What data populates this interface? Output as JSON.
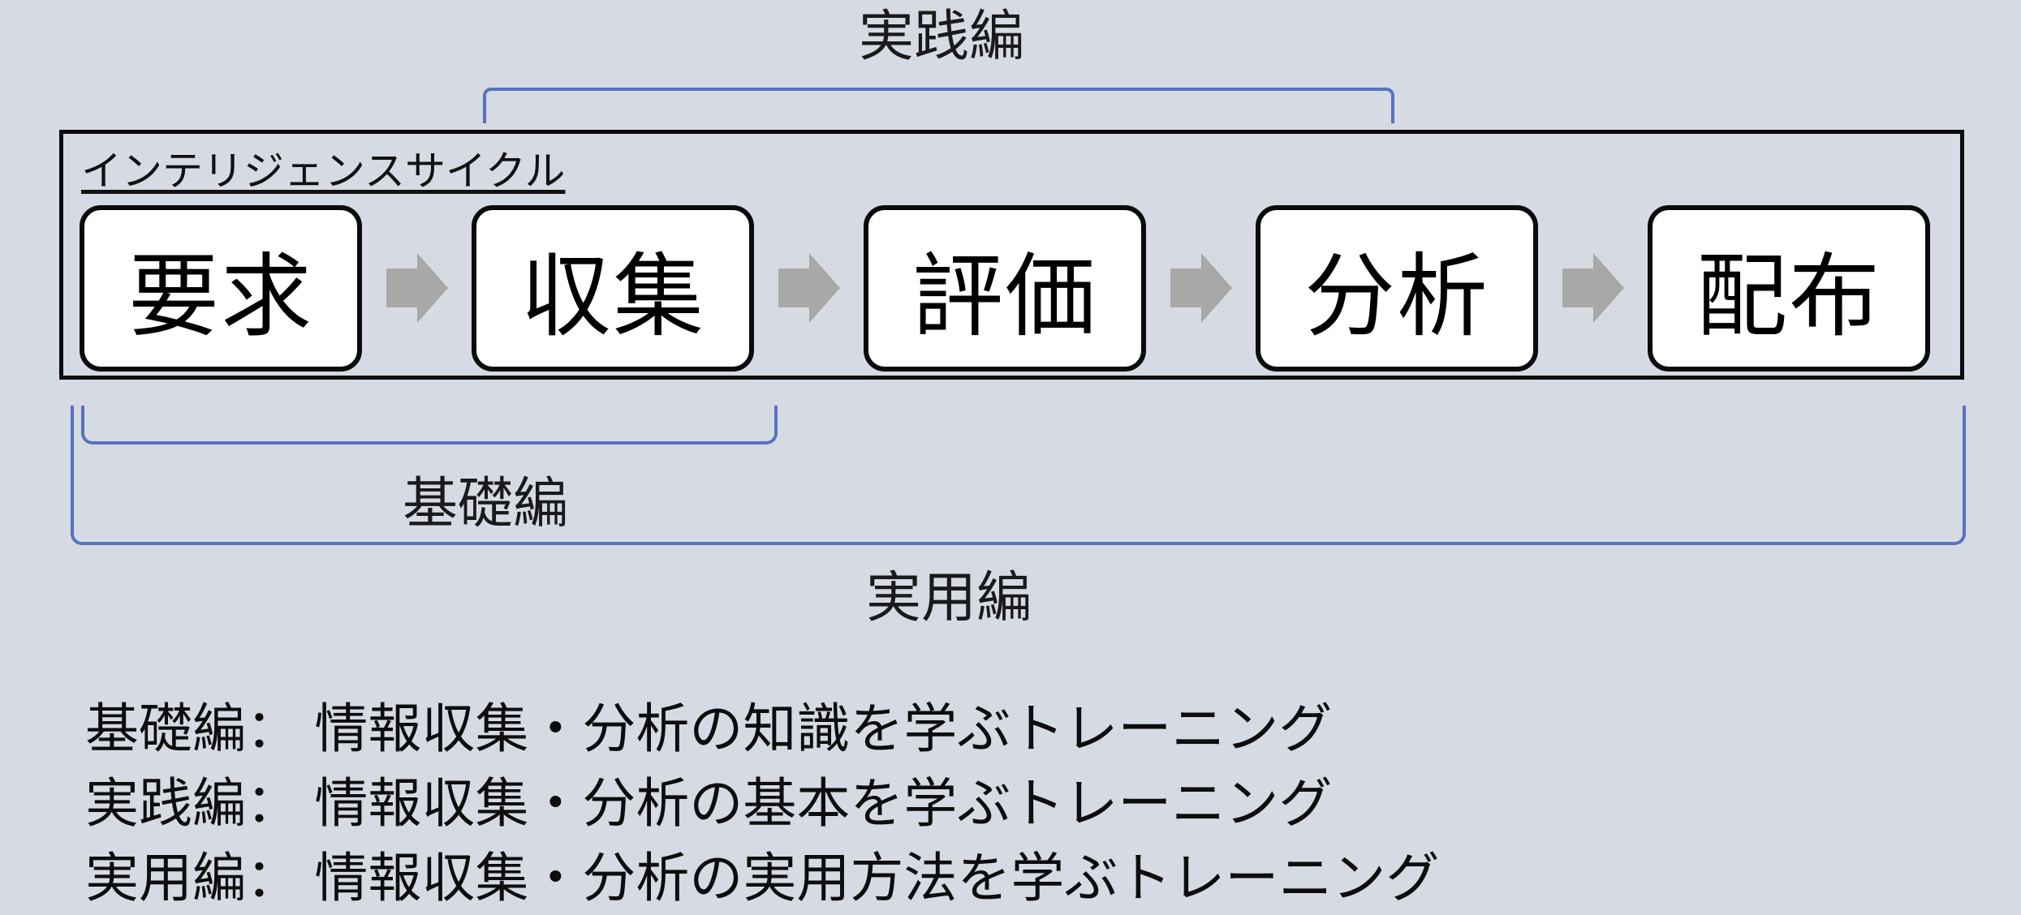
{
  "slide": {
    "background_color": "#d6dae3",
    "bracket_color": "#5673be",
    "arrow_color": "#a8a8a8",
    "box_fill_color": "#ffffff",
    "box_border_color": "#0b0b0b",
    "practice_label": "実践編",
    "basic_label": "基礎編",
    "practical_label": "実用編"
  },
  "cycle": {
    "title": "インテリジェンスサイクル",
    "stages": [
      {
        "label": "要求"
      },
      {
        "label": "収集"
      },
      {
        "label": "評価"
      },
      {
        "label": "分析"
      },
      {
        "label": "配布"
      }
    ]
  },
  "legend": {
    "lines": [
      {
        "text": "基礎編： 情報収集・分析の知識を学ぶトレーニング"
      },
      {
        "text": "実践編： 情報収集・分析の基本を学ぶトレーニング"
      },
      {
        "text": "実用編： 情報収集・分析の実用方法を学ぶトレーニング"
      }
    ]
  }
}
